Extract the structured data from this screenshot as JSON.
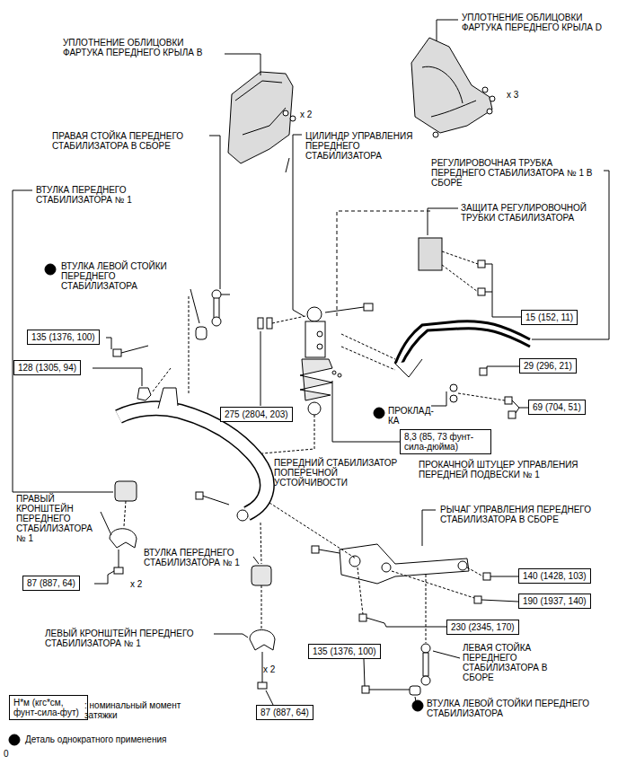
{
  "diagram": {
    "nodes": [
      {
        "text": [
          "15 (152, 11)"
        ]
      },
      {
        "text": [
          "135 (1376, 100)"
        ]
      },
      {
        "text": [
          "128 (1305, 94)"
        ]
      },
      {
        "text": [
          "29 (296, 21)"
        ]
      },
      {
        "text": [
          "69 (704, 51)"
        ]
      },
      {
        "text": [
          "275 (2804, 203)"
        ]
      },
      {
        "text": [
          "8,3 (85, 73 фунт-сила-дюйма)"
        ]
      },
      {
        "text": [
          "140 (1428, 103)"
        ]
      },
      {
        "text": [
          "87 (887, 64)"
        ]
      },
      {
        "text": [
          "190 (1937, 140)"
        ]
      },
      {
        "text": [
          "230 (2345, 170)"
        ]
      },
      {
        "text": [
          "135 (1376, 100)"
        ]
      },
      {
        "text": [
          "Н*м (кгс*см, фунт-сила-фут)"
        ]
      },
      {
        "text": [
          "87 (887, 64)"
        ]
      }
    ],
    "labels": [
      "УПЛОТНЕНИЕ ОБЛИЦОВКИ ФАРТУКА ПЕРЕДНЕГО КРЫЛА D",
      "УПЛОТНЕНИЕ ОБЛИЦОВКИ ФАРТУКА ПЕРЕДНЕГО КРЫЛА B",
      "x 3",
      "x 2",
      "ПРАВАЯ СТОЙКА ПЕРЕДНЕГО СТАБИЛИЗАТОРА В СБОРЕ",
      "ЦИЛИНДР УПРАВЛЕНИЯ ПЕРЕДНЕГО СТАБИЛИЗАТОРА",
      "РЕГУЛИРОВОЧНАЯ ТРУБКА ПЕРЕДНЕГО СТАБИЛИЗАТОРА № 1 В СБОРЕ",
      "ВТУЛКА ПЕРЕДНЕГО СТАБИЛИЗАТОРА № 1",
      "ЗАЩИТА РЕГУЛИРОВОЧНОЙ ТРУБКИ СТАБИЛИЗАТОРА",
      "ВТУЛКА ЛЕВОЙ СТОЙКИ ПЕРЕДНЕГО СТАБИЛИЗАТОРА",
      "ПРОКЛАД- КА",
      "ПЕРЕДНИЙ СТАБИЛИЗАТОР ПОПЕРЕЧНОЙ УСТОЙЧИВОСТИ",
      "ПРОКАЧНОЙ ШТУЦЕР УПРАВЛЕНИЯ ПЕРЕДНЕЙ ПОДВЕСКИ № 1",
      "ПРАВЫЙ КРОНШТЕЙН ПЕРЕДНЕГО СТАБИЛИЗАТОРА № 1",
      "РЫЧАГ УПРАВЛЕНИЯ ПЕРЕДНЕГО СТАБИЛИЗАТОРА В СБОРЕ",
      "ВТУЛКА ПЕРЕДНЕГО СТАБИЛИЗАТОРА № 1",
      "x 2",
      "ЛЕВЫЙ КРОНШТЕЙН ПЕРЕДНЕГО СТАБИЛИЗАТОРА № 1",
      "x 2",
      "ЛЕВАЯ СТОЙКА ПЕРЕДНЕГО СТАБИЛИЗАТОРА В СБОРЕ",
      "ВТУЛКА ЛЕВОЙ СТОЙКИ ПЕРЕДНЕГО СТАБИЛИЗАТОРА",
      "0"
    ],
    "legend": [
      {
        "text": ": номинальный момент затяжки"
      },
      {
        "text": "Деталь однократного применения"
      }
    ]
  }
}
